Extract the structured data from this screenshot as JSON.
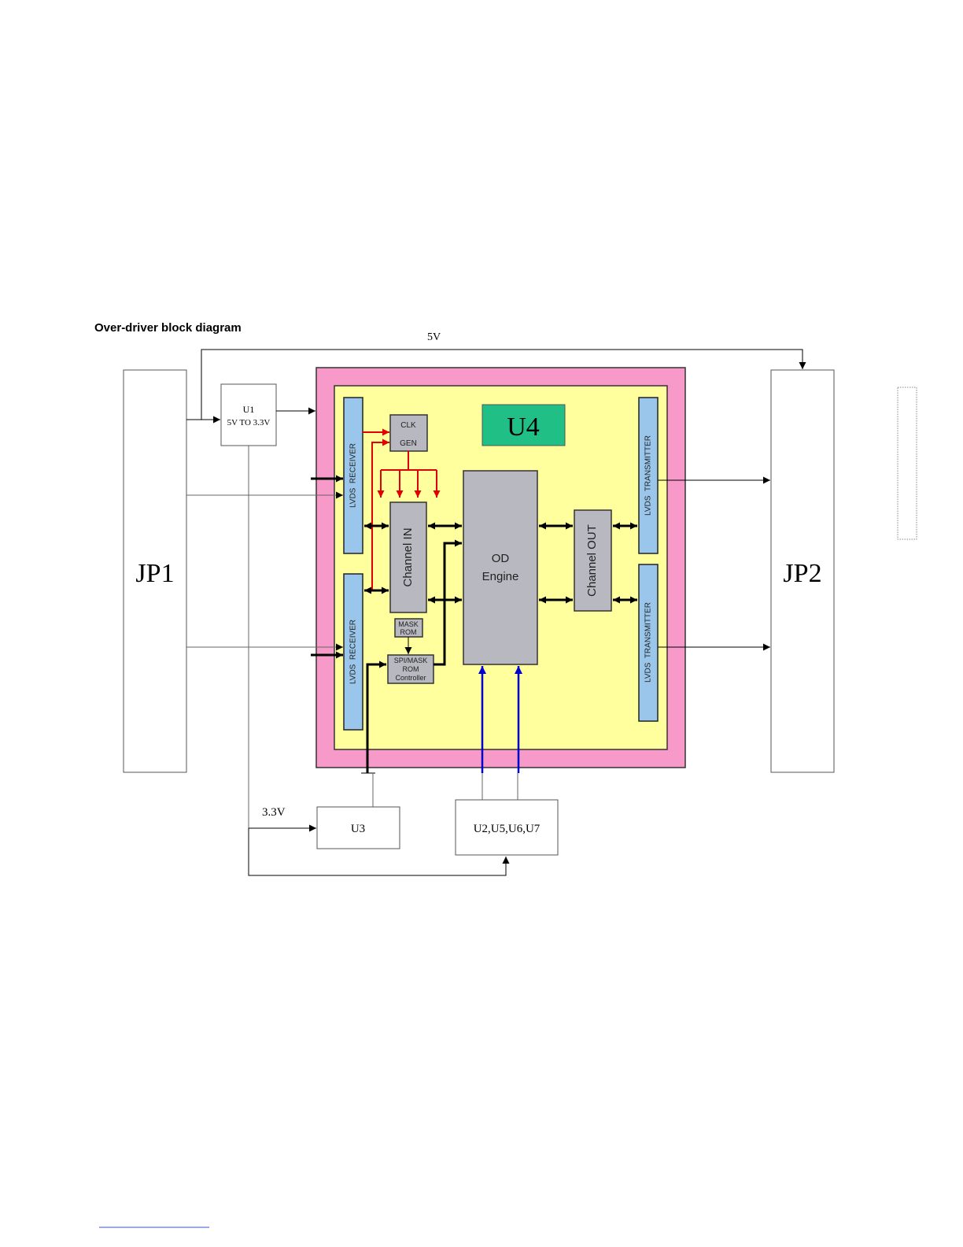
{
  "title": "Over-driver block diagram",
  "rails": {
    "five_volt": "5V",
    "three_three_volt": "3.3V"
  },
  "connectors": {
    "jp1": "JP1",
    "jp2": "JP2"
  },
  "u1": {
    "name": "U1",
    "desc": "5V TO 3.3V"
  },
  "u4": {
    "name": "U4"
  },
  "u3": {
    "name": "U3"
  },
  "memory": {
    "label": "U2,U5,U6,U7"
  },
  "blocks": {
    "clk_gen": [
      "CLK",
      "GEN"
    ],
    "channel_in": "Channel IN",
    "channel_out": "Channel OUT",
    "od_engine": [
      "OD",
      "Engine"
    ],
    "mask_rom": [
      "MASK",
      "ROM"
    ],
    "spi_ctrl": [
      "SPI/MASK",
      "ROM",
      "Controller"
    ],
    "receiver": "LVDS  RECEIVER",
    "transmitter": "LVDS  TRANSMITTER"
  },
  "colors": {
    "u4_outer": "#f79ac9",
    "u4_inner": "#ffff9e",
    "u4_label_box": "#1fbf86",
    "lvds_bar": "#99c6ea",
    "chip_block": "#b8b8c0",
    "clock_lines": "#e00000",
    "memory_lines": "#0000cc"
  }
}
